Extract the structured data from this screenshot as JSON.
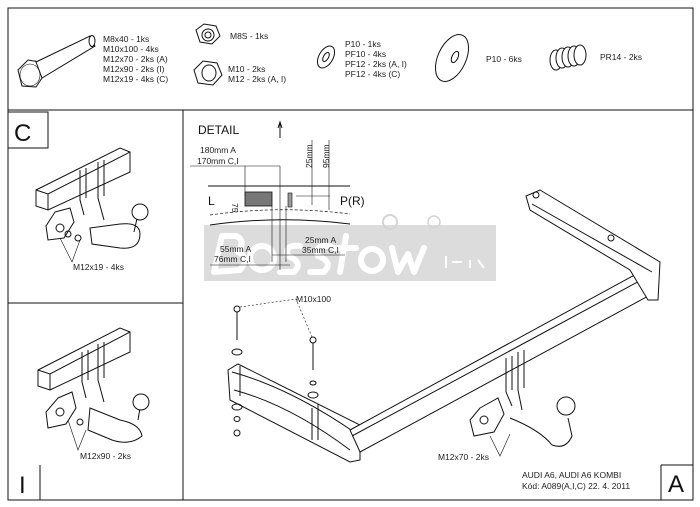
{
  "parts": {
    "bolts": [
      "M8x40 - 1ks",
      "M10x100 - 4ks",
      "M12x70 - 2ks (A)",
      "M12x90 - 2ks (I)",
      "M12x19 - 4ks (C)"
    ],
    "nut_m8": "M8S - 1ks",
    "nuts": [
      "M10 - 2ks",
      "M12 - 2ks (A, I)"
    ],
    "washers_small": [
      "P10 - 1ks",
      "PF10 - 4ks",
      "PF12 - 2ks (A, I)",
      "PF12 - 4ks (C)"
    ],
    "washer_large": "P10 - 6ks",
    "spring_washer": "PR14 - 2ks"
  },
  "panel_c": {
    "label": "C",
    "callout": "M12x19 - 4ks"
  },
  "panel_i": {
    "label": "I",
    "callout": "M12x90 - 2ks"
  },
  "panel_a": {
    "label": "A",
    "callout_bolt": "M10x100",
    "callout_hitch": "M12x70 - 2ks"
  },
  "detail": {
    "title": "DETAIL",
    "dim_top_a": "180mm A",
    "dim_top_ci": "170mm C,I",
    "dim_25": "25mm",
    "dim_95": "95mm",
    "dim_side": "75",
    "left": "L",
    "right": "P(R)",
    "dim_bottom_left_a": "55mm A",
    "dim_bottom_left_ci": "76mm C,I",
    "dim_bottom_right_a": "25mm A",
    "dim_bottom_right_ci": "35mm C,I"
  },
  "watermark": {
    "text": "Bosstow",
    "sub": "bars"
  },
  "title_block": {
    "model": "AUDI A6, AUDI A6 KOMBI",
    "code": "Kód: A089(A,I,C) 22. 4. 2011"
  }
}
